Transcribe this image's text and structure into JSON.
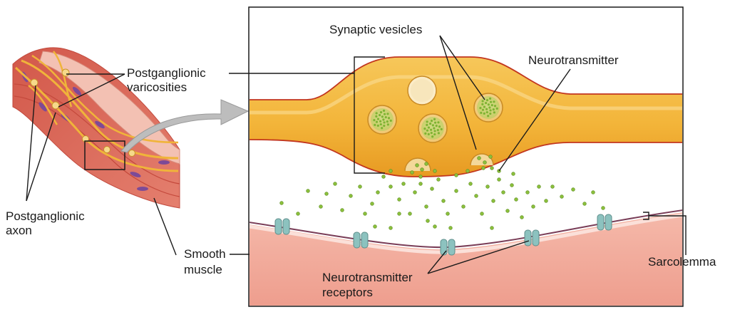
{
  "labels": {
    "synaptic_vesicles": "Synaptic vesicles",
    "neurotransmitter": "Neurotransmitter",
    "postganglionic_varicosities": [
      "Postganglionic",
      "varicosities"
    ],
    "postganglionic_axon": [
      "Postganglionic",
      "axon"
    ],
    "smooth_muscle": [
      "Smooth",
      "muscle"
    ],
    "neurotransmitter_receptors": [
      "Neurotransmitter",
      "receptors"
    ],
    "sarcolemma": "Sarcolemma"
  },
  "colors": {
    "axon_fill": "#f3b53a",
    "axon_edge": "#c2361f",
    "vesicle_fill": "#f7dca0",
    "vesicle_dot": "#8bbf3c",
    "muscle_fill": "#f2a89a",
    "sarcolemma_line": "#7a3e58",
    "receptor": "#8cc2bf",
    "arrow": "#b7b7b7"
  }
}
